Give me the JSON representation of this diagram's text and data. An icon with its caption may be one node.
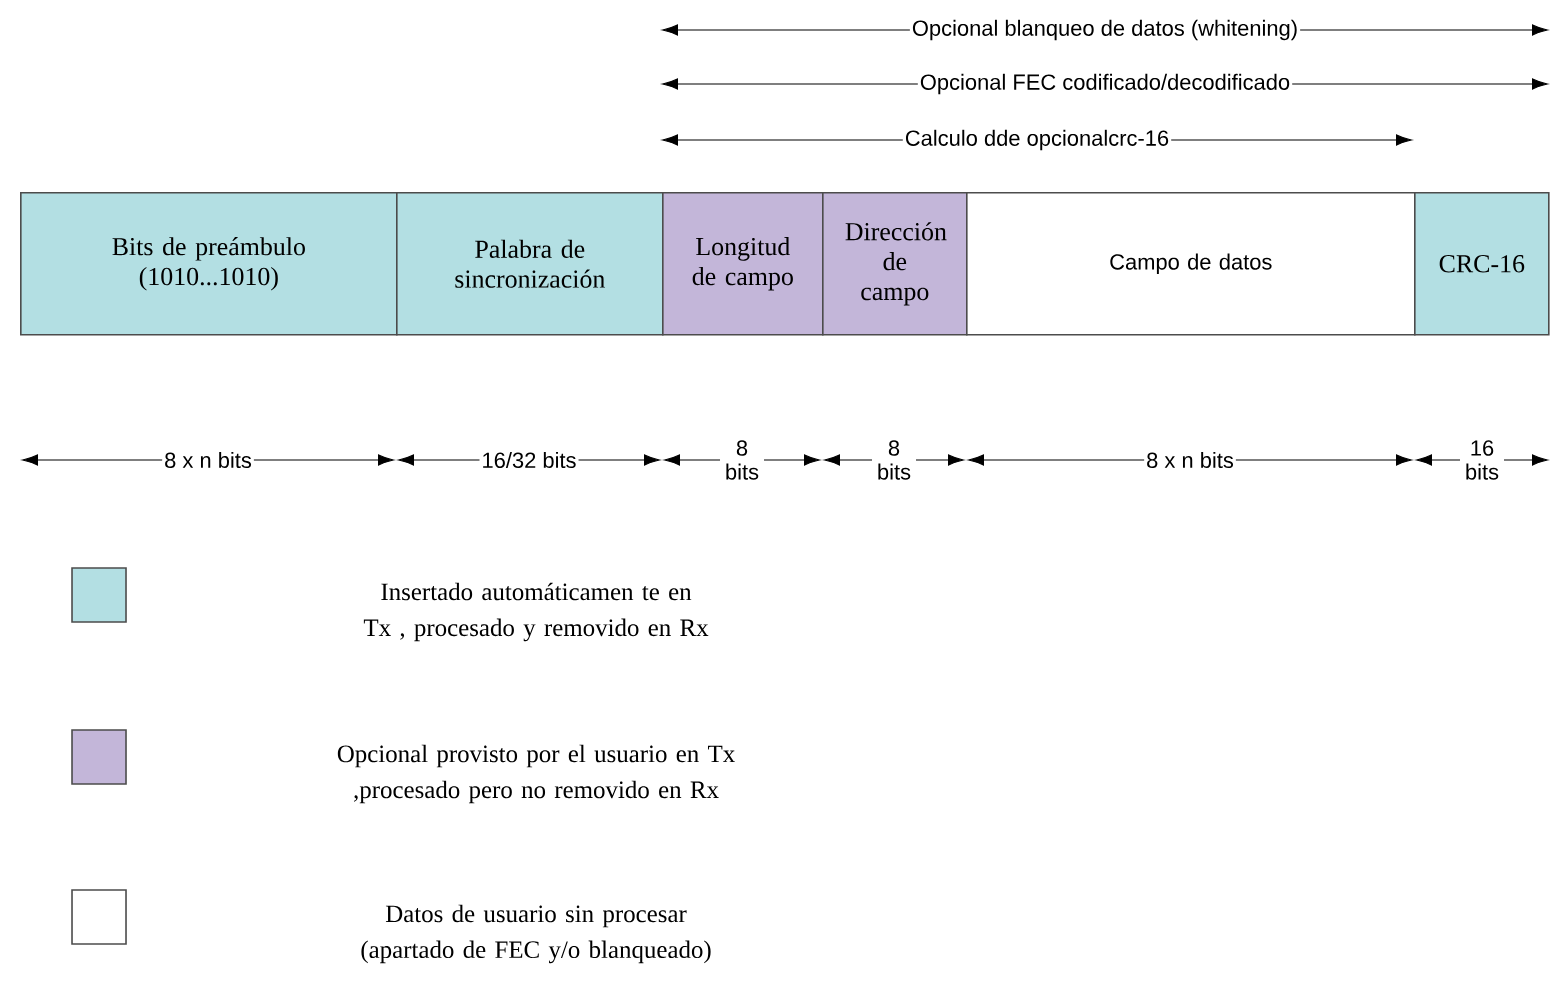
{
  "diagram": {
    "nodes": [
      {
        "text": [
          "Bits de preámbulo (1010...1010)"
        ]
      },
      {
        "text": [
          "Palabra de sincronización"
        ]
      },
      {
        "text": [
          "Longitud de campo"
        ]
      },
      {
        "text": [
          "Dirección de campo"
        ]
      },
      {
        "text": [
          "Campo de datos"
        ]
      },
      {
        "text": [
          "CRC-16"
        ]
      }
    ],
    "edges": [],
    "labels": [
      "Opcional blanqueo de datos (whitening)",
      "Opcional FEC codificado/decodificado",
      "Calculo dde opcionalcrc-16",
      "8 x n bits",
      "16/32 bits",
      "8 bits",
      "8 bits",
      "8 x n bits",
      "16 bits"
    ],
    "legend": [
      {
        "text": "Insertado automáticamen te en Tx , procesado y removido en Rx",
        "color": "#b3dfe3"
      },
      {
        "text": "Opcional provisto por el usuario en Tx ,procesado pero no removido en Rx",
        "color": "#c3b6d9"
      },
      {
        "text": "Datos de usuario sin procesar (apartado de FEC y/o blanqueado)"
      }
    ]
  }
}
